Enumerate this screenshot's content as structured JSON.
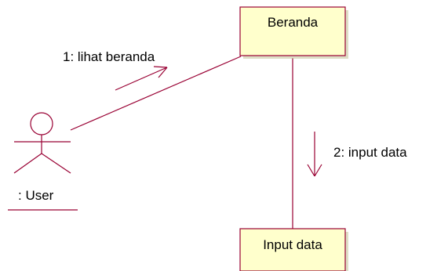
{
  "diagram": {
    "type": "uml-collaboration-diagram",
    "actor": {
      "label": ": User"
    },
    "objects": [
      {
        "id": "beranda",
        "label": "Beranda"
      },
      {
        "id": "input-data",
        "label": "Input data"
      }
    ],
    "links": [
      {
        "from": "actor",
        "to": "beranda"
      },
      {
        "from": "beranda",
        "to": "input-data"
      }
    ],
    "messages": [
      {
        "label": "1: lihat beranda",
        "from": "actor",
        "to": "beranda",
        "direction": "up-right"
      },
      {
        "label": "2: input data",
        "from": "beranda",
        "to": "input-data",
        "direction": "down"
      }
    ]
  },
  "colors": {
    "object_fill": "#ffffcc",
    "line": "#990033",
    "text": "#000000",
    "background": "#ffffff"
  }
}
